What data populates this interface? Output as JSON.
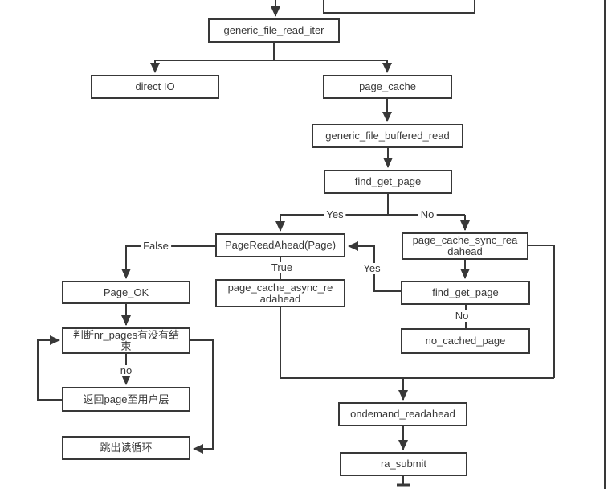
{
  "diagram": {
    "type": "flowchart",
    "topic": "linux kernel buffered read / readahead call flow",
    "colors": {
      "line": "#383838",
      "node_background": "#ffffff",
      "text": "#383838",
      "page_background": "#ffffff"
    },
    "nodes": {
      "generic_file_read_iter": {
        "label": "generic_file_read_iter"
      },
      "direct_io": {
        "label": "direct IO"
      },
      "page_cache": {
        "label": "page_cache"
      },
      "generic_file_buffered_read": {
        "label": "generic_file_buffered_read"
      },
      "find_get_page_1": {
        "label": "find_get_page"
      },
      "page_readahead": {
        "label": "PageReadAhead(Page)"
      },
      "page_cache_sync_readahead": {
        "label": "page_cache_sync_rea\ndahead"
      },
      "page_ok": {
        "label": "Page_OK"
      },
      "page_cache_async_readahead": {
        "label": "page_cache_async_re\nadahead"
      },
      "find_get_page_2": {
        "label": "find_get_page"
      },
      "no_cached_page": {
        "label": "no_cached_page"
      },
      "check_nr_pages": {
        "label": "判断nr_pages有没有结\n束"
      },
      "return_page": {
        "label": "返回page至用户层"
      },
      "exit_read_loop": {
        "label": "跳出读循环"
      },
      "ondemand_readahead": {
        "label": "ondemand_readahead"
      },
      "ra_submit": {
        "label": "ra_submit"
      }
    },
    "edge_labels": {
      "find_yes": "Yes",
      "find_no": "No",
      "readahead_false": "False",
      "readahead_true": "True",
      "find2_yes": "Yes",
      "find2_no": "No",
      "check_no": "no"
    }
  }
}
